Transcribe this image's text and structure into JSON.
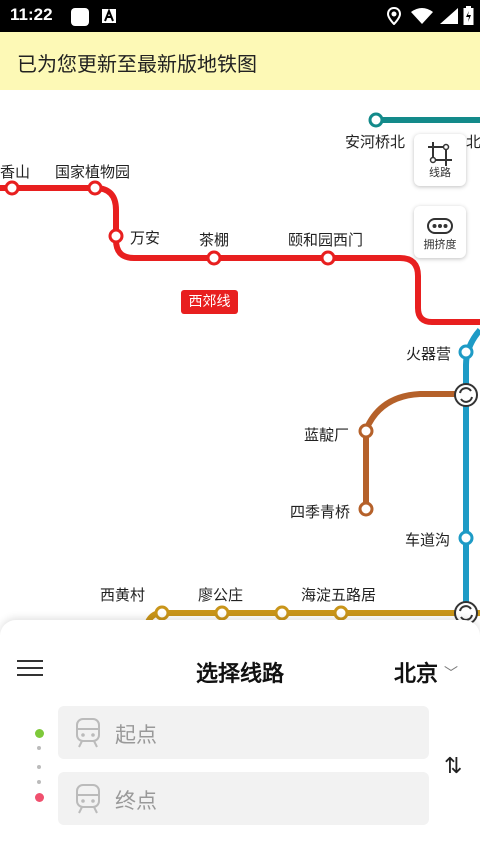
{
  "status_bar": {
    "time": "11:22",
    "icons": [
      "notification-square-icon",
      "a-badge-icon",
      "location-icon",
      "wifi-icon",
      "battery-icon"
    ]
  },
  "banner": {
    "text": "已为您更新至最新版地铁图"
  },
  "map": {
    "lines": [
      {
        "name": "西郊线",
        "color": "#e81f1f"
      },
      {
        "name": "",
        "color": "#1e9bc6"
      },
      {
        "name": "",
        "color": "#b5612a"
      },
      {
        "name": "",
        "color": "#c9951a"
      },
      {
        "name": "",
        "color": "#138a8a"
      }
    ],
    "stations": {
      "s1": "香山",
      "s2": "国家植物园",
      "s3": "万安",
      "s4": "茶棚",
      "s5": "颐和园西门",
      "s6": "安河桥北",
      "s7": "北",
      "s8": "火器营",
      "s9": "蓝靛厂",
      "s10": "四季青桥",
      "s11": "车道沟",
      "s12": "西黄村",
      "s13": "廖公庄",
      "s14": "海淀五路居"
    },
    "line_badge": "西郊线",
    "buttons": {
      "route": "线路",
      "congestion": "拥挤度"
    }
  },
  "sheet": {
    "title": "选择线路",
    "city": "北京",
    "origin_placeholder": "起点",
    "destination_placeholder": "终点",
    "swap_symbol": "⇅"
  },
  "colors": {
    "banner_bg": "#fdf9b6",
    "origin_dot": "#7ec93a",
    "destination_dot": "#f0506e"
  }
}
